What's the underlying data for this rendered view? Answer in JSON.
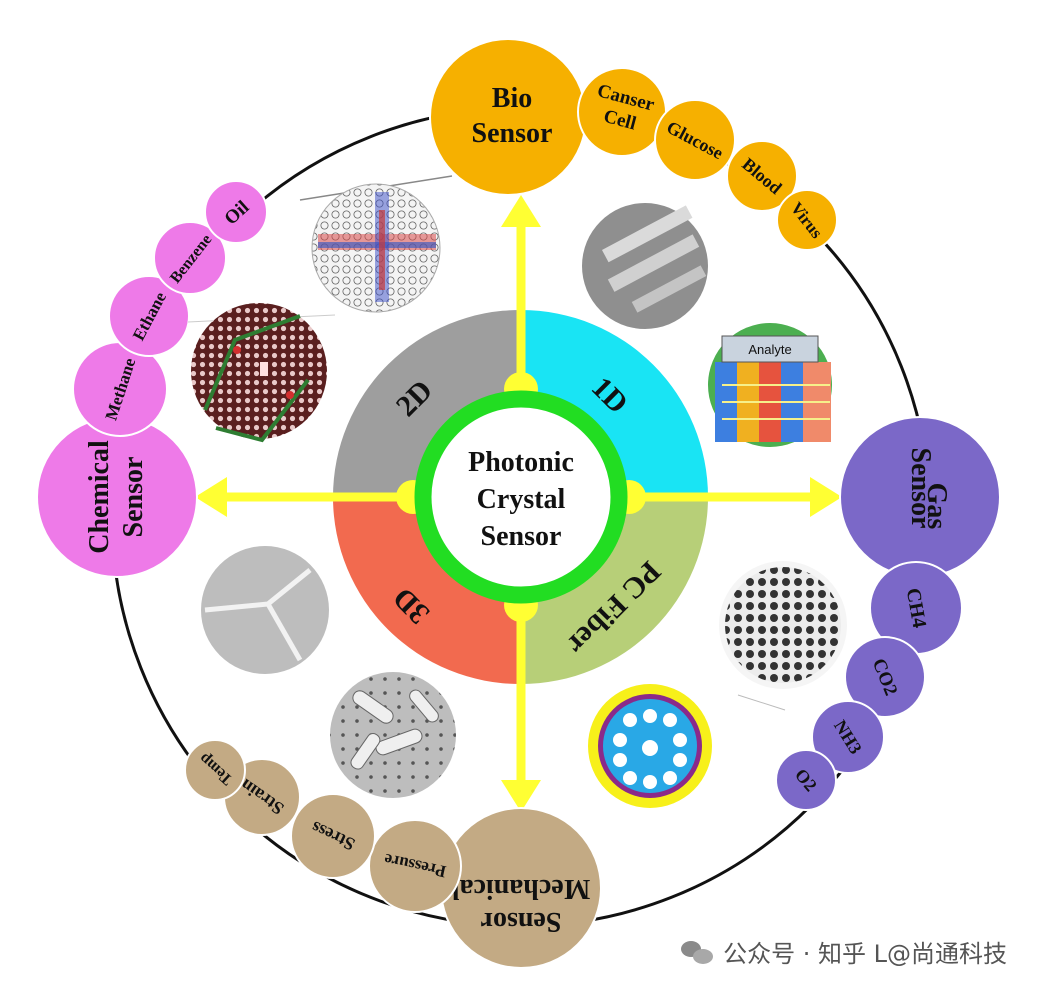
{
  "center": {
    "lines": [
      "Photonic",
      "Crystal",
      "Sensor"
    ]
  },
  "quadrants": {
    "q2d": "2D",
    "q1d": "1D",
    "q3d": "3D",
    "qfiber": "PC Fiber"
  },
  "groups": {
    "bio": {
      "title": [
        "Bio",
        "Sensor"
      ],
      "color": "#f6b000",
      "items": [
        [
          "Canser",
          "Cell"
        ],
        [
          "Glucose"
        ],
        [
          "Blood"
        ],
        [
          "Virus"
        ]
      ]
    },
    "gas": {
      "title": [
        "Gas",
        "Sensor"
      ],
      "color": "#7b68c8",
      "items": [
        [
          "CH4"
        ],
        [
          "CO2"
        ],
        [
          "NH3"
        ],
        [
          "O2"
        ]
      ]
    },
    "chemical": {
      "title": [
        "Chemical",
        "Sensor"
      ],
      "color": "#ee7ae8",
      "items": [
        [
          "Methane"
        ],
        [
          "Ethane"
        ],
        [
          "Benzene"
        ],
        [
          "Oil"
        ]
      ]
    },
    "mechanical": {
      "title": [
        "Mechanical",
        "Sensor"
      ],
      "color": "#c3aa84",
      "items": [
        [
          "Pressure"
        ],
        [
          "Stress"
        ],
        [
          "Strain"
        ],
        [
          "Temp"
        ]
      ]
    }
  },
  "images": {
    "analyte_label": "Analyte"
  },
  "watermark": {
    "text": "公众号 · 知乎 L@尚通科技"
  },
  "colors": {
    "q2d": "#9e9e9e",
    "q1d": "#19e4f4",
    "q3d": "#f26a4f",
    "qfiber": "#b7cf78",
    "ring": "#22dd22",
    "arrow": "#ffff33",
    "outline": "#111111"
  }
}
